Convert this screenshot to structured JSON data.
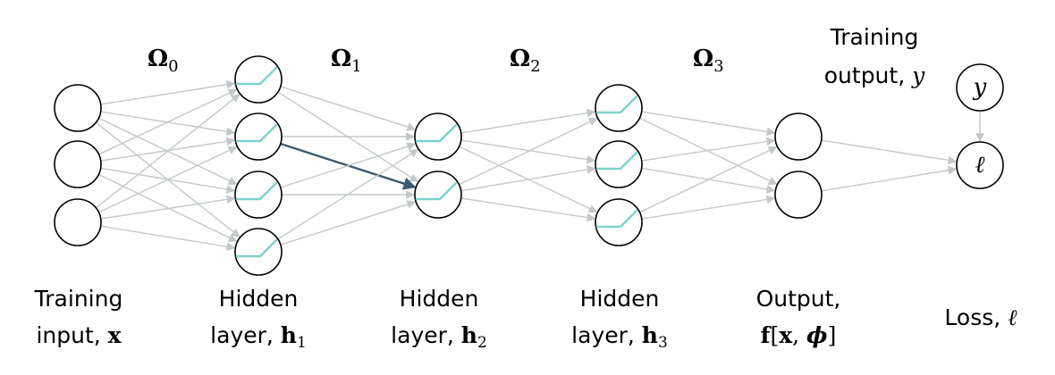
{
  "weights": [
    {
      "symbol": "Ω",
      "sub": "0"
    },
    {
      "symbol": "Ω",
      "sub": "1"
    },
    {
      "symbol": "Ω",
      "sub": "2"
    },
    {
      "symbol": "Ω",
      "sub": "3"
    }
  ],
  "labels": {
    "input": {
      "line1": "Training",
      "line2_text": "input, ",
      "line2_var": "x"
    },
    "h1": {
      "line1": "Hidden",
      "line2_text": "layer, ",
      "line2_var": "h",
      "line2_sub": "1"
    },
    "h2": {
      "line1": "Hidden",
      "line2_text": "layer, ",
      "line2_var": "h",
      "line2_sub": "2"
    },
    "h3": {
      "line1": "Hidden",
      "line2_text": "layer, ",
      "line2_var": "h",
      "line2_sub": "3"
    },
    "output": {
      "line1": "Output,",
      "line2_f": "f",
      "line2_open": "[",
      "line2_x": "x",
      "line2_comma": ", ",
      "line2_phi": "ϕ",
      "line2_close": "]"
    },
    "training_output": {
      "line1": "Training",
      "line2_text": "output, ",
      "line2_var": "y"
    },
    "loss": {
      "text": "Loss, ",
      "var": "ℓ"
    }
  },
  "node_symbols": {
    "target": "y",
    "loss": "ℓ"
  },
  "colors": {
    "edge": "#c3c8c8",
    "highlight_edge": "#3d5a6e",
    "relu": "#7fd3cc",
    "node_stroke": "#000000"
  }
}
